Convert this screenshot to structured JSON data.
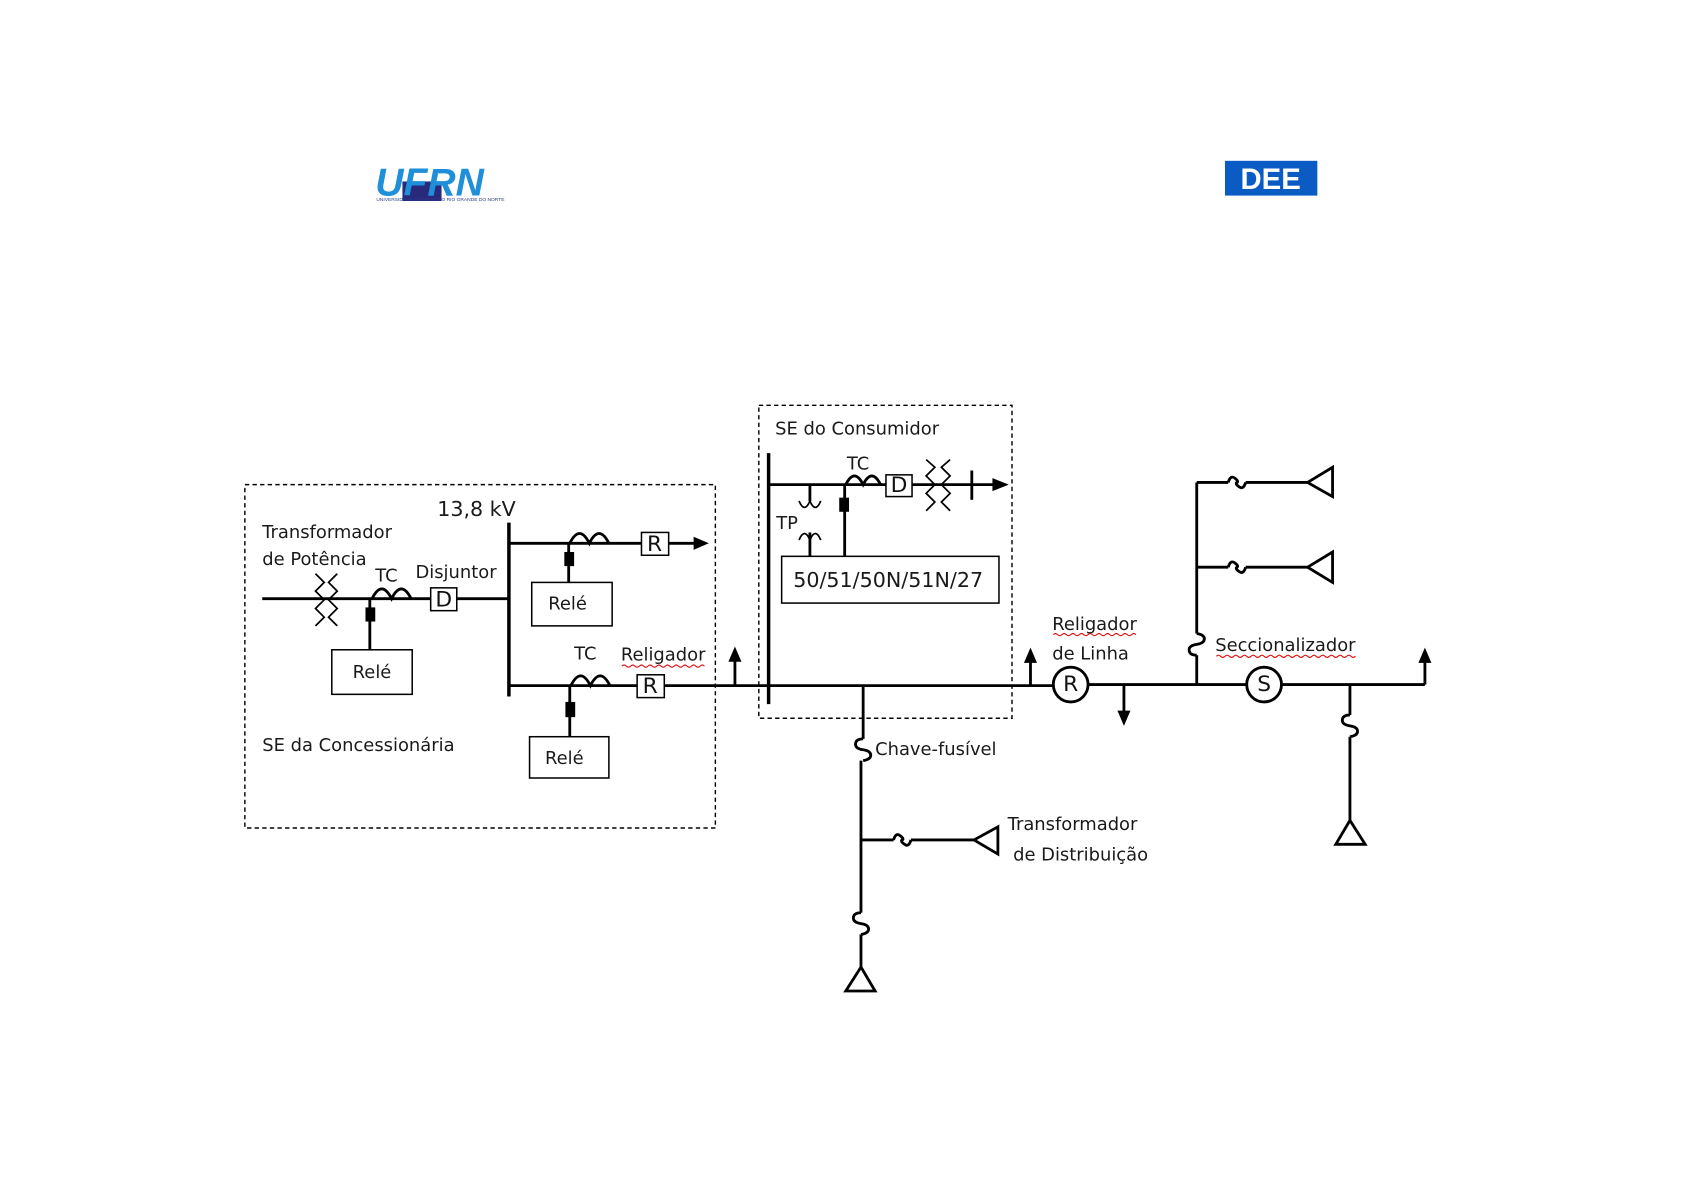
{
  "logos": {
    "left": {
      "text": "UFRN",
      "subtitle": "UNIVERSIDADE FEDERAL DO RIO GRANDE DO NORTE",
      "color": "#1e8fd8",
      "accent": "#2a2a7c"
    },
    "right": {
      "text": "DEE",
      "background": "#0a5cc4",
      "color": "#ffffff"
    }
  },
  "regions": {
    "utility_substation": "SE da Concessionária",
    "consumer_substation": "SE do Consumidor"
  },
  "labels": {
    "power_transformer_line1": "Transformador",
    "power_transformer_line2": "de Potência",
    "tc_main": "TC",
    "breaker": "Disjuntor",
    "voltage": "13,8 kV",
    "tc_feeder2": "TC",
    "recloser": "Religador",
    "tc_consumer": "TC",
    "tp_consumer": "TP",
    "protection_functions": "50/51/50N/51N/27",
    "line_recloser_line1": "Religador",
    "line_recloser_line2": "de Linha",
    "sectionalizer": "Seccionalizador",
    "fuse_cutout": "Chave-fusível",
    "dist_transformer_line1": "Transformador",
    "dist_transformer_line2": "de Distribuição"
  },
  "relays": {
    "main": "Relé",
    "feeder1": "Relé",
    "feeder2": "Relé"
  },
  "symbols": {
    "breaker_main": "D",
    "breaker_consumer": "D",
    "recloser_feeder1": "R",
    "recloser_feeder2": "R",
    "line_recloser": "R",
    "sectionalizer": "S"
  }
}
